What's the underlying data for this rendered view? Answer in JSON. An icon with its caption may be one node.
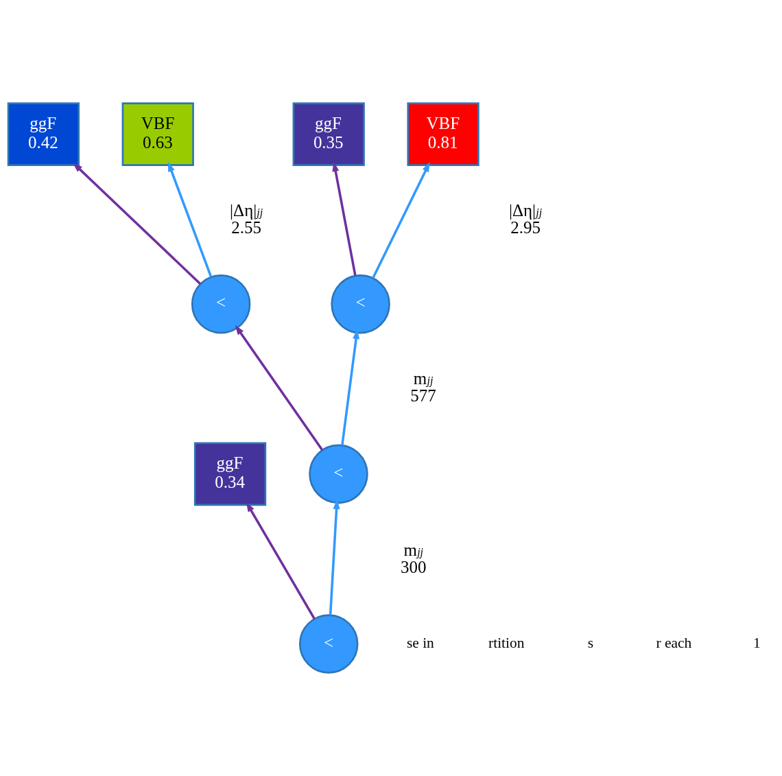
{
  "diagram": {
    "nodes": [
      {
        "text": [
          "ggF",
          "0.42"
        ]
      },
      {
        "text": [
          "VBF",
          "0.63"
        ]
      },
      {
        "text": [
          "ggF",
          "0.35"
        ]
      },
      {
        "text": [
          "VBF",
          "0.81"
        ]
      },
      {
        "text": [
          "<"
        ],
        "beside": [
          "|Δη|$_{jj}$",
          "2.55"
        ]
      },
      {
        "text": [
          "<"
        ],
        "beside": [
          "|Δη|$_{jj}$",
          "2.95"
        ]
      },
      {
        "text": [
          "ggF",
          "0.34"
        ]
      },
      {
        "text": [
          "<"
        ],
        "beside": [
          "m$_{jj}$",
          "577"
        ]
      },
      {
        "text": [
          "<"
        ],
        "beside": [
          "m$_{jj}$",
          "300"
        ]
      }
    ],
    "edges": [
      {
        "from": 8,
        "to": 6,
        "arrow": "to",
        "color": "#7030a0"
      },
      {
        "from": 8,
        "to": 7,
        "arrow": "to",
        "color": "#3399ff"
      },
      {
        "from": 7,
        "to": 4,
        "arrow": "to",
        "color": "#7030a0"
      },
      {
        "from": 7,
        "to": 5,
        "arrow": "to",
        "color": "#3399ff"
      },
      {
        "from": 4,
        "to": 0,
        "arrow": "to",
        "color": "#7030a0"
      },
      {
        "from": 4,
        "to": 1,
        "arrow": "to",
        "color": "#3399ff"
      },
      {
        "from": 5,
        "to": 2,
        "arrow": "to",
        "color": "#7030a0"
      },
      {
        "from": 5,
        "to": 3,
        "arrow": "to",
        "color": "#3399ff"
      }
    ],
    "labels": [
      "se in",
      "rtition",
      "s",
      "r each",
      "1"
    ]
  }
}
